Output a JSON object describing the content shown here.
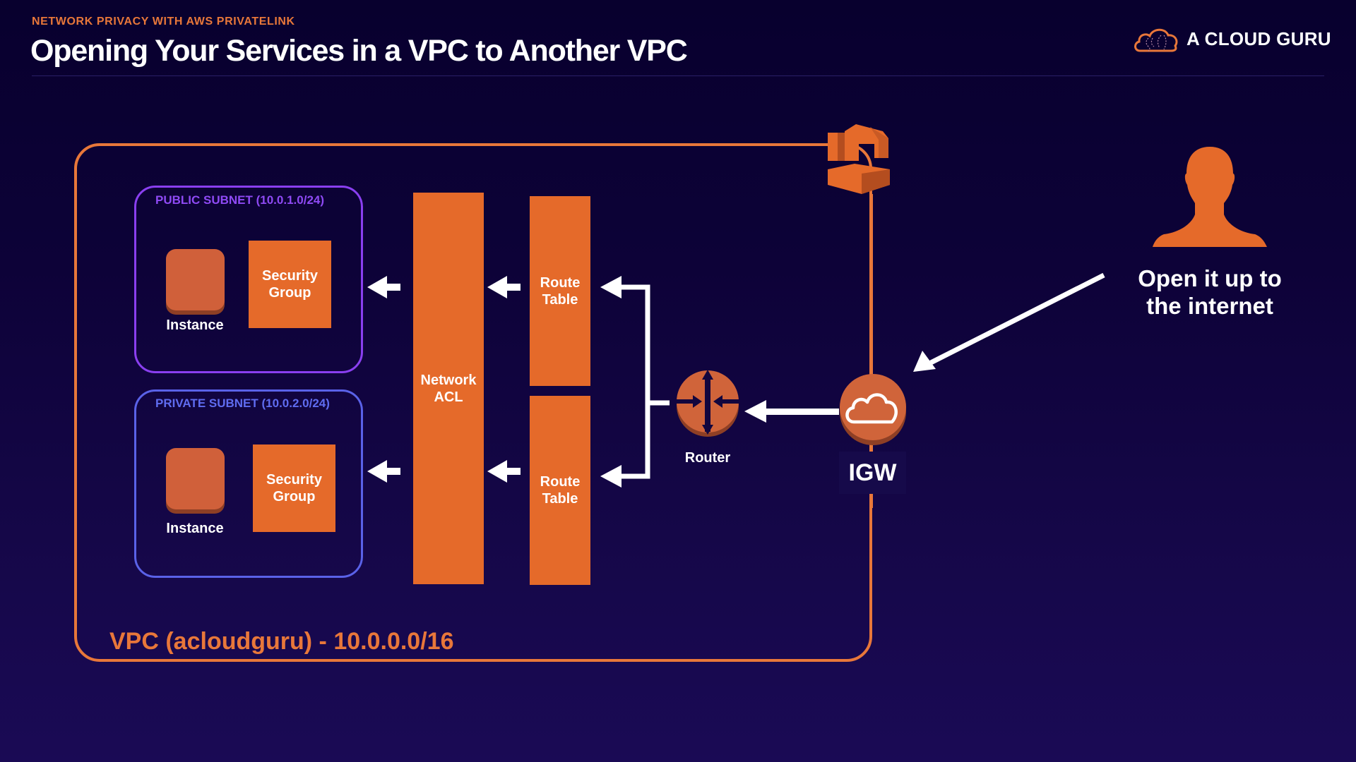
{
  "header": {
    "subtitle": "NETWORK PRIVACY WITH AWS PRIVATELINK",
    "title": "Opening Your Services in a VPC to Another VPC",
    "brand": "A CLOUD GURU"
  },
  "diagram": {
    "vpc": {
      "label": "VPC (acloudguru) - 10.0.0.0/16",
      "icon": "vpc-icon"
    },
    "subnets": [
      {
        "title": "PUBLIC SUBNET (10.0.1.0/24)",
        "instance_label": "Instance",
        "security_group_label": "Security\nGroup"
      },
      {
        "title": "PRIVATE SUBNET (10.0.2.0/24)",
        "instance_label": "Instance",
        "security_group_label": "Security\nGroup"
      }
    ],
    "network_acl": "Network\nACL",
    "route_tables": [
      "Route\nTable",
      "Route\nTable"
    ],
    "router": {
      "label": "Router",
      "icon": "router-icon"
    },
    "igw": {
      "label": "IGW",
      "icon": "cloud-icon"
    },
    "user": {
      "icon": "user-icon",
      "caption": "Open it up to\nthe internet"
    }
  },
  "colors": {
    "accent": "#e8773a",
    "box_orange": "#e56a2a",
    "public_subnet": "#8a3ff0",
    "private_subnet": "#5a62e8",
    "background_top": "#08002e",
    "background_bottom": "#1a0a55"
  }
}
